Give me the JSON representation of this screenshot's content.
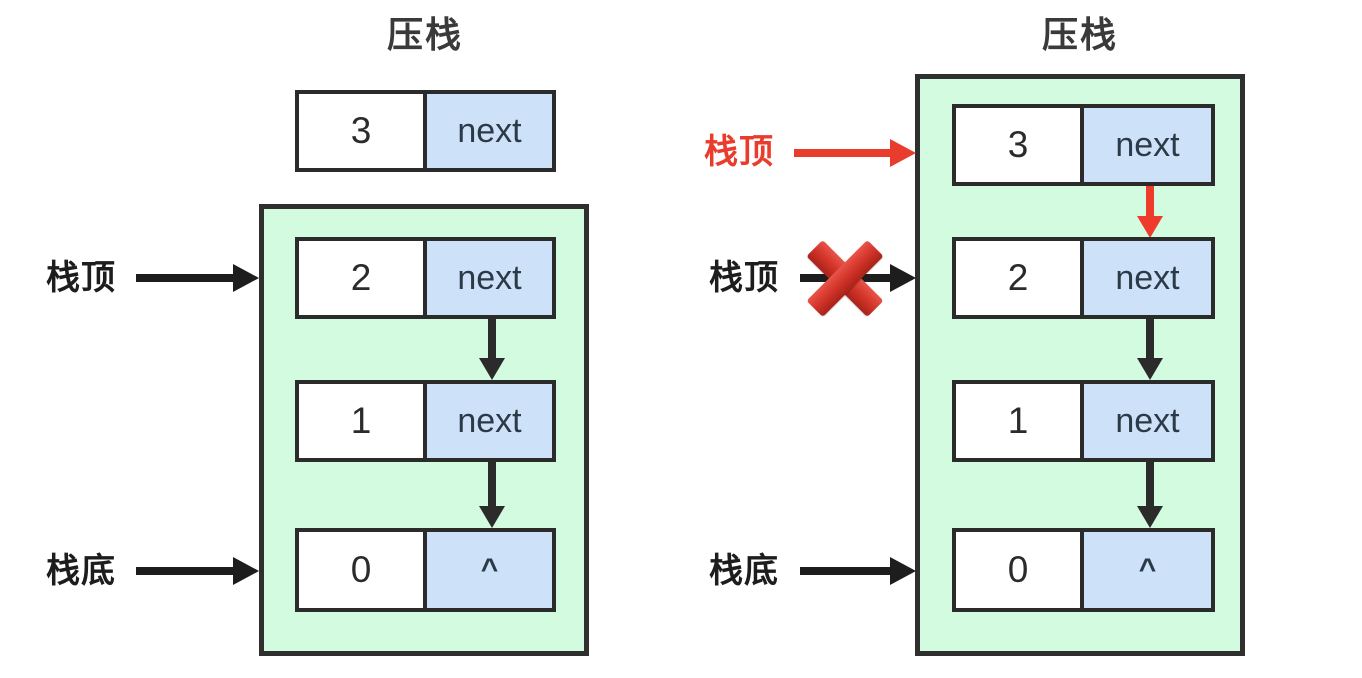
{
  "diagram": {
    "title_left": "压栈",
    "title_right": "压栈",
    "colors": {
      "stack_fill": "#d3fbdf",
      "node_fill": "#ffffff",
      "pointer_fill": "#cde2f9",
      "stroke": "#2b2b2b",
      "accent_red": "#ea3c2c",
      "background": "#ffffff"
    }
  },
  "left_panel": {
    "title": "压栈",
    "floating_node": {
      "value": "3",
      "pointer": "next"
    },
    "stack_nodes": [
      {
        "value": "2",
        "pointer": "next"
      },
      {
        "value": "1",
        "pointer": "next"
      },
      {
        "value": "0",
        "pointer": "^"
      }
    ],
    "labels": {
      "top": "栈顶",
      "bottom": "栈底"
    }
  },
  "right_panel": {
    "title": "压栈",
    "stack_nodes": [
      {
        "value": "3",
        "pointer": "next"
      },
      {
        "value": "2",
        "pointer": "next"
      },
      {
        "value": "1",
        "pointer": "next"
      },
      {
        "value": "0",
        "pointer": "^"
      }
    ],
    "labels": {
      "new_top": "栈顶",
      "old_top": "栈顶",
      "bottom": "栈底"
    },
    "annotations": {
      "cross_out_icon": "red-x-mark"
    }
  }
}
